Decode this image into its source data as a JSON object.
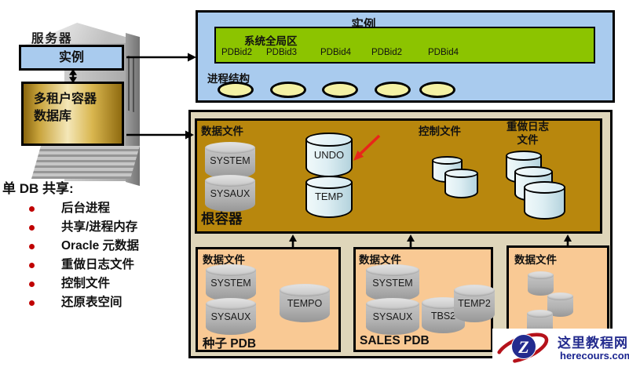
{
  "colors": {
    "panel_blue": "#A9CBEE",
    "sga_green": "#8CC400",
    "root_gold": "#B8870D",
    "pdb_peach": "#F9C994",
    "outer_beige": "#DFD6BA",
    "bullet_red": "#C00000",
    "arrow_red": "#E8251A",
    "logo_navy": "#232B8E",
    "logo_red": "#B5121B"
  },
  "server": {
    "label": "服务器",
    "instance": "实例",
    "cdb_line1": "多租户容器",
    "cdb_line2": "数据库"
  },
  "share": {
    "title": "单 DB 共享:",
    "items": [
      "后台进程",
      "共享/进程内存",
      "Oracle 元数据",
      "重做日志文件",
      "控制文件",
      "还原表空间"
    ]
  },
  "instance_panel": {
    "title": "实例",
    "sga_label": "系统全局区",
    "pdb_ids": [
      "PDBid2",
      "PDBid3",
      "PDBid4",
      "PDBid2",
      "PDBid4"
    ],
    "process_label": "进程结构"
  },
  "root": {
    "datafiles": "数据文件",
    "sys1": "SYSTEM",
    "sys2": "SYSAUX",
    "undo": "UNDO",
    "temp": "TEMP",
    "control": "控制文件",
    "redo1": "重做日志",
    "redo2": "文件",
    "name": "根容器"
  },
  "seed_pdb": {
    "datafiles": "数据文件",
    "sys1": "SYSTEM",
    "sys2": "SYSAUX",
    "temp": "TEMPO",
    "name": "种子 PDB"
  },
  "sales_pdb": {
    "datafiles": "数据文件",
    "sys1": "SYSTEM",
    "sys2": "SYSAUX",
    "tbs": "TBS2",
    "temp": "TEMP2",
    "name": "SALES PDB"
  },
  "third_pdb": {
    "datafiles": "数据文件"
  },
  "logo": {
    "z": "Z",
    "name": "这里教程网",
    "url": "herecours.com"
  }
}
